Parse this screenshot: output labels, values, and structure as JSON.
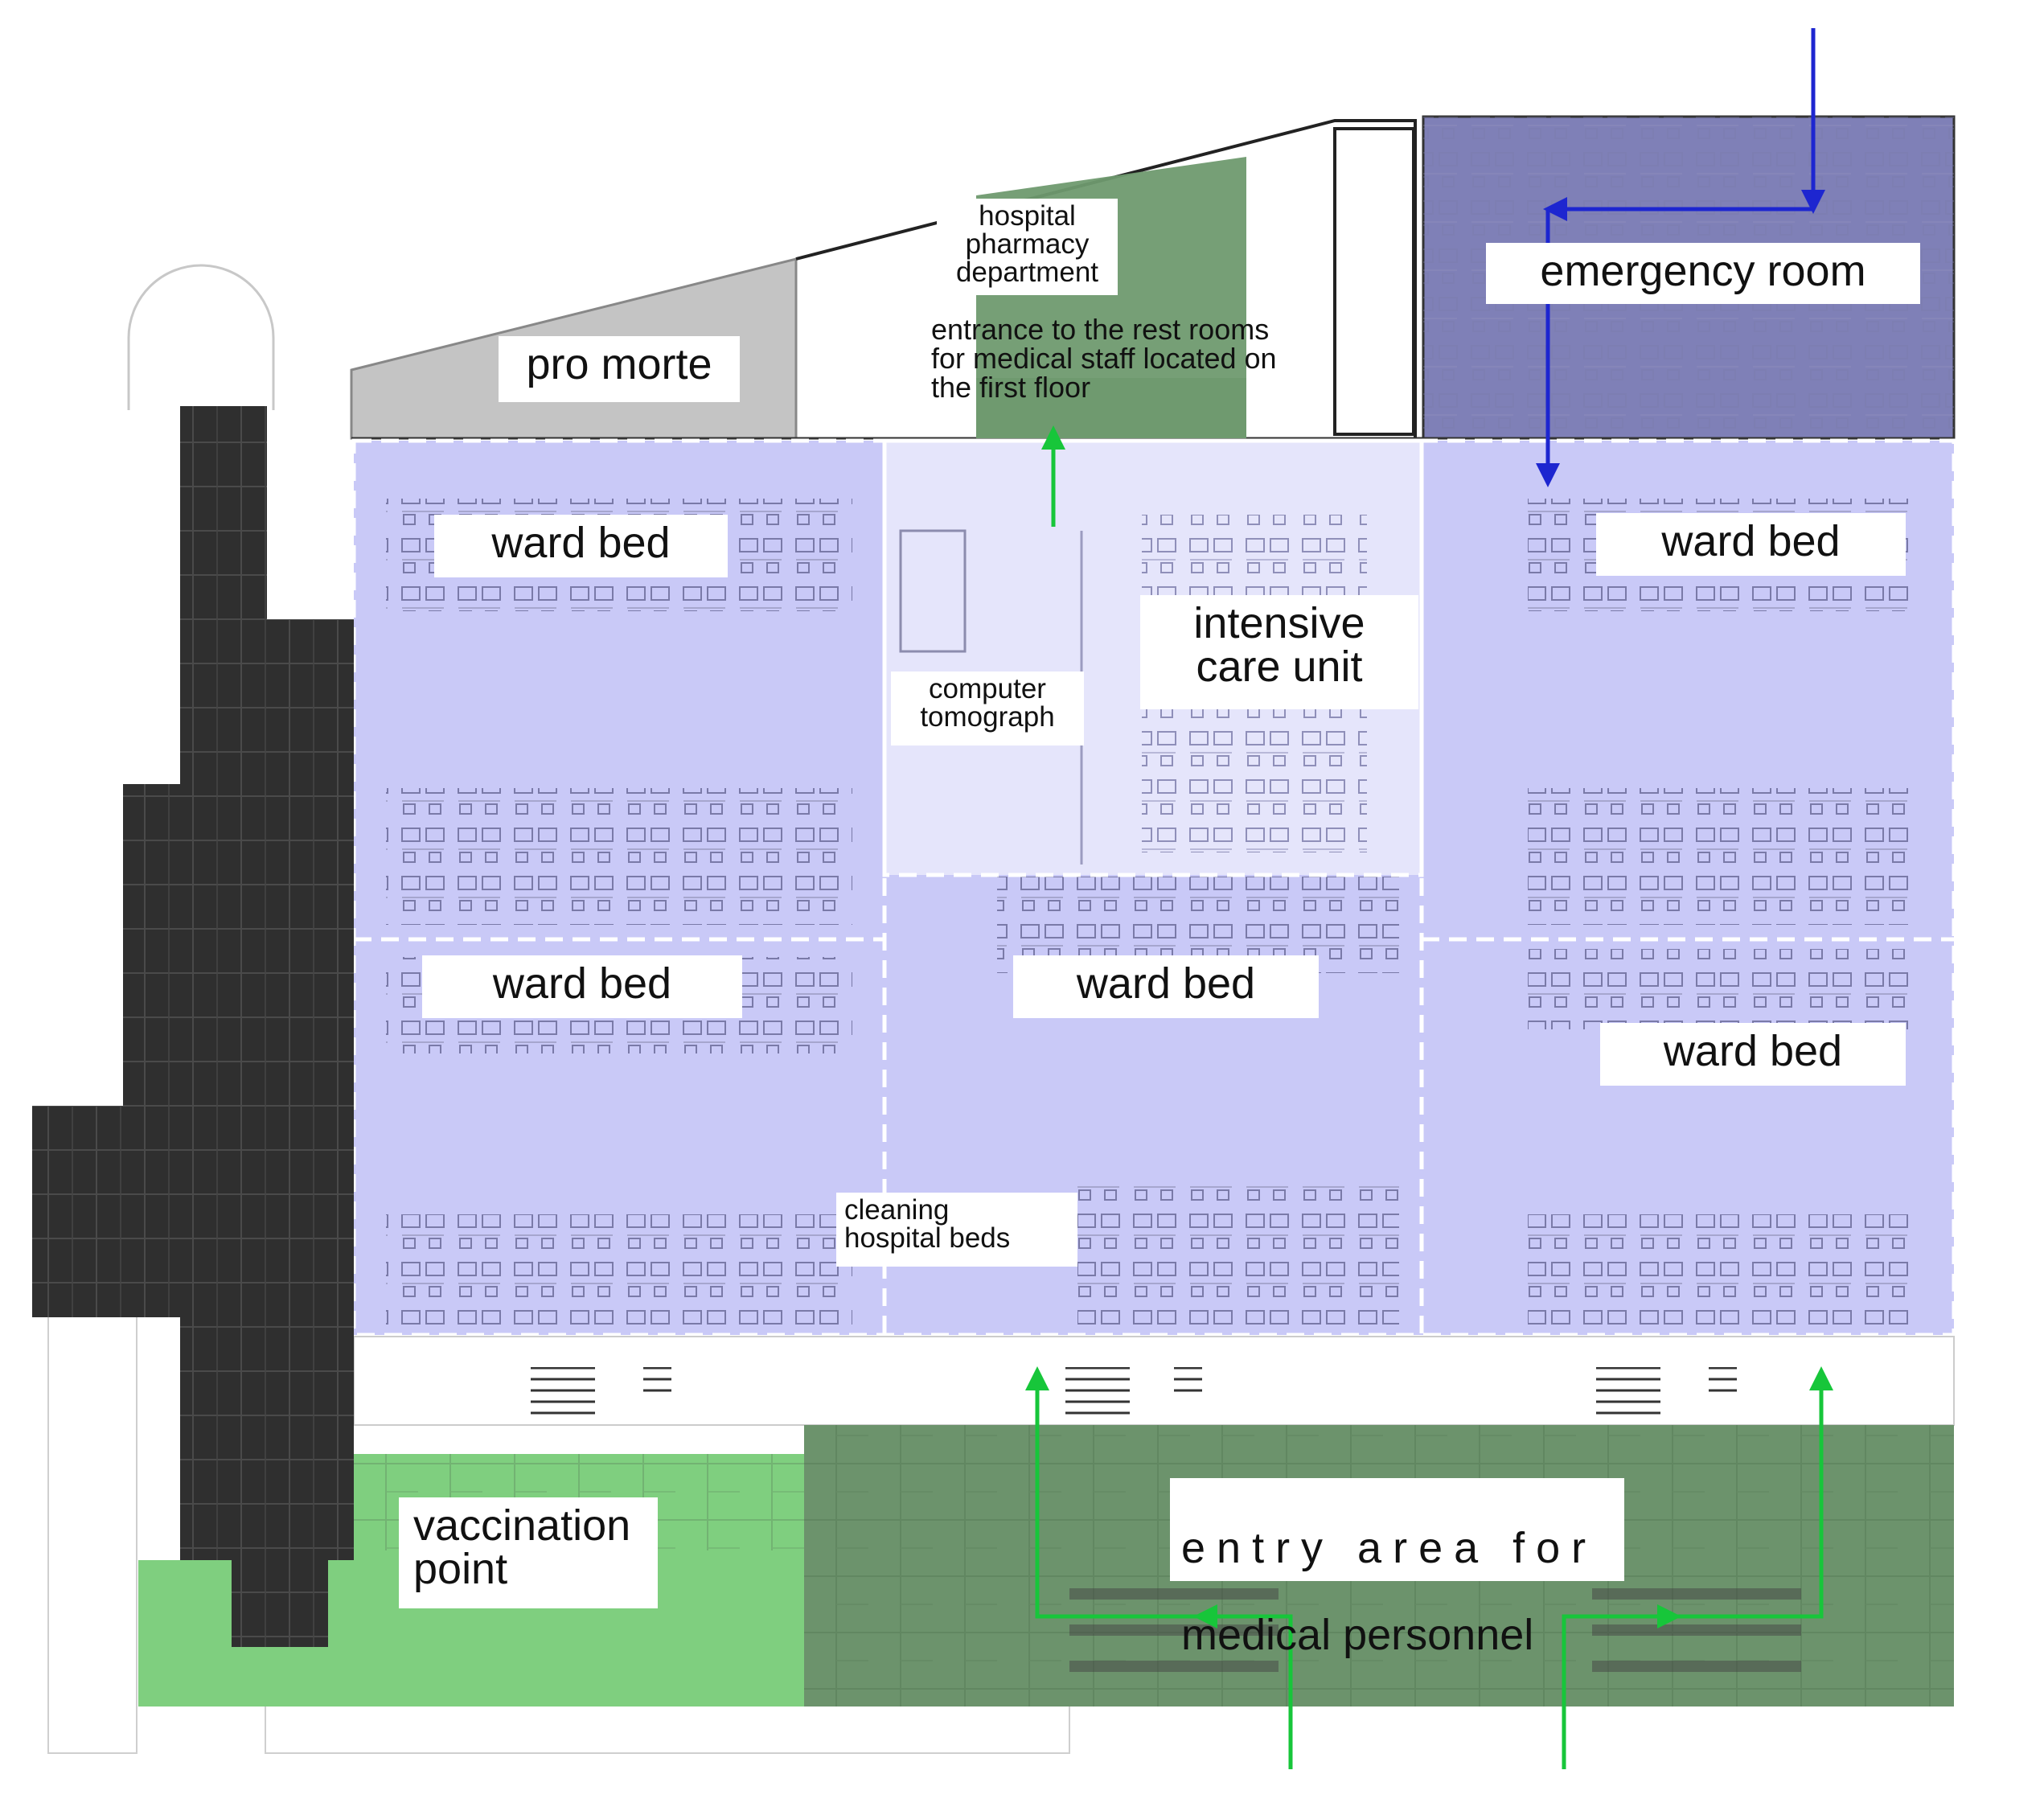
{
  "diagram": {
    "colors": {
      "ward": "#c9c9f7",
      "icu": "#e5e5fb",
      "emergency": "#7f80b7",
      "entry": "#6c936c",
      "vaccination": "#7fcf7f",
      "pharmacy": "#6f9a6f",
      "pro_morte": "#c4c4c4",
      "dark_wing": "#2f2f2f",
      "arrow_blue": "#1d26d0",
      "arrow_green": "#17c63a"
    },
    "labels": {
      "emergency_room": "emergency room",
      "pro_morte": "pro morte",
      "pharmacy": "hospital\npharmacy\ndepartment",
      "rest_rooms": "entrance to the rest rooms\nfor medical staff located on\nthe first floor",
      "ward_bed_1": "ward bed",
      "ward_bed_2": "ward bed",
      "ward_bed_3": "ward bed",
      "ward_bed_4": "ward bed",
      "ward_bed_5": "ward bed",
      "icu": "intensive\ncare unit",
      "ct": "computer\ntomograph",
      "cleaning": "cleaning\nhospital beds",
      "vaccination": "vaccination\npoint",
      "entry_area_line1": "entry area for",
      "entry_area_line2": "medical personnel"
    }
  }
}
